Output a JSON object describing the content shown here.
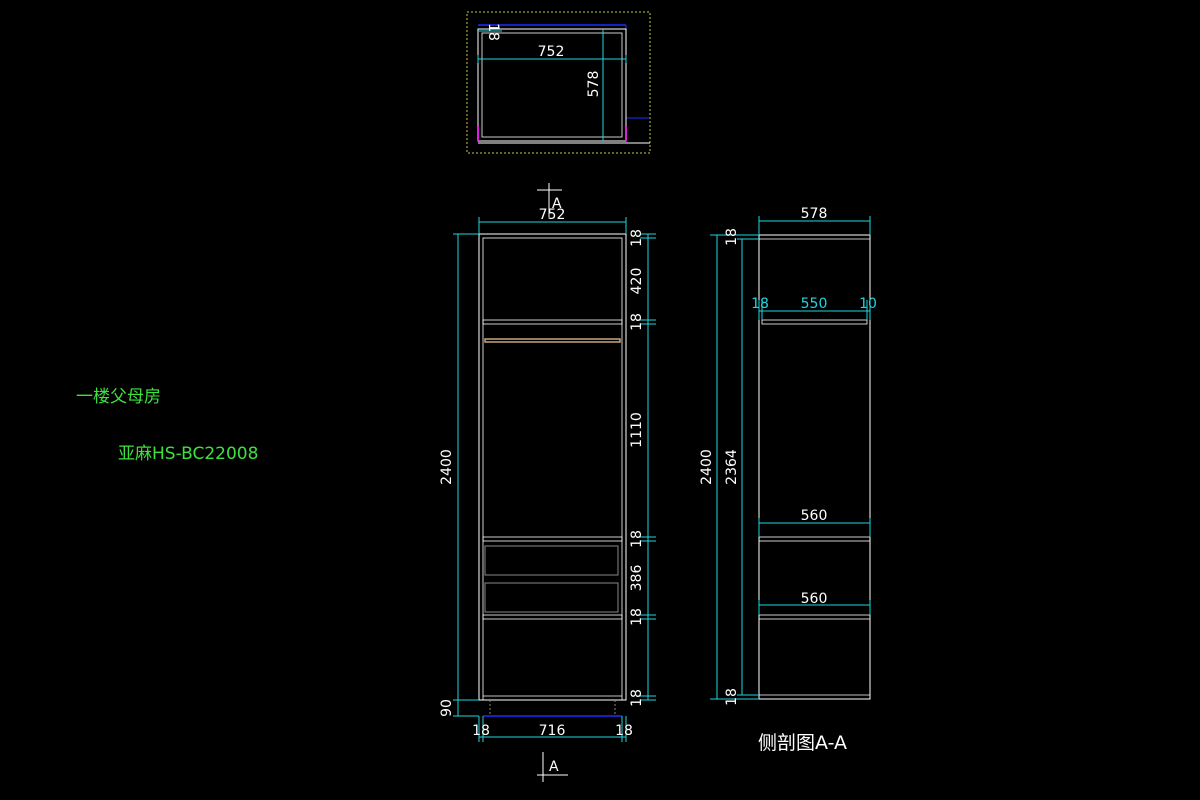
{
  "labels": {
    "room": "一楼父母房",
    "material": "亚麻HS-BC22008",
    "section_title": "侧剖图A-A",
    "section_mark": "A"
  },
  "plan_view": {
    "width": "752",
    "depth": "578",
    "panel": "18"
  },
  "front_view": {
    "overall_width": "752",
    "overall_height": "2400",
    "plinth_height": "90",
    "inner_width": "716",
    "side_left": "18",
    "side_right": "18",
    "stack": [
      "18",
      "420",
      "18",
      "1110",
      "18",
      "386",
      "18",
      "18"
    ]
  },
  "side_view": {
    "overall_depth": "578",
    "overall_height": "2400",
    "inner_height": "2364",
    "top_panel": "18",
    "bottom_panel": "18",
    "shelf_left_gap": "18",
    "shelf_depth": "550",
    "shelf_right_gap": "10",
    "shelf_2_depth": "560",
    "shelf_3_depth": "560"
  },
  "colors": {
    "dimension": "#20d6e0",
    "outline": "#ffffff",
    "label_green": "#3ee03e",
    "blue_line": "#1e2cff",
    "magenta": "#e21be2",
    "rod": "#c8a87a"
  }
}
